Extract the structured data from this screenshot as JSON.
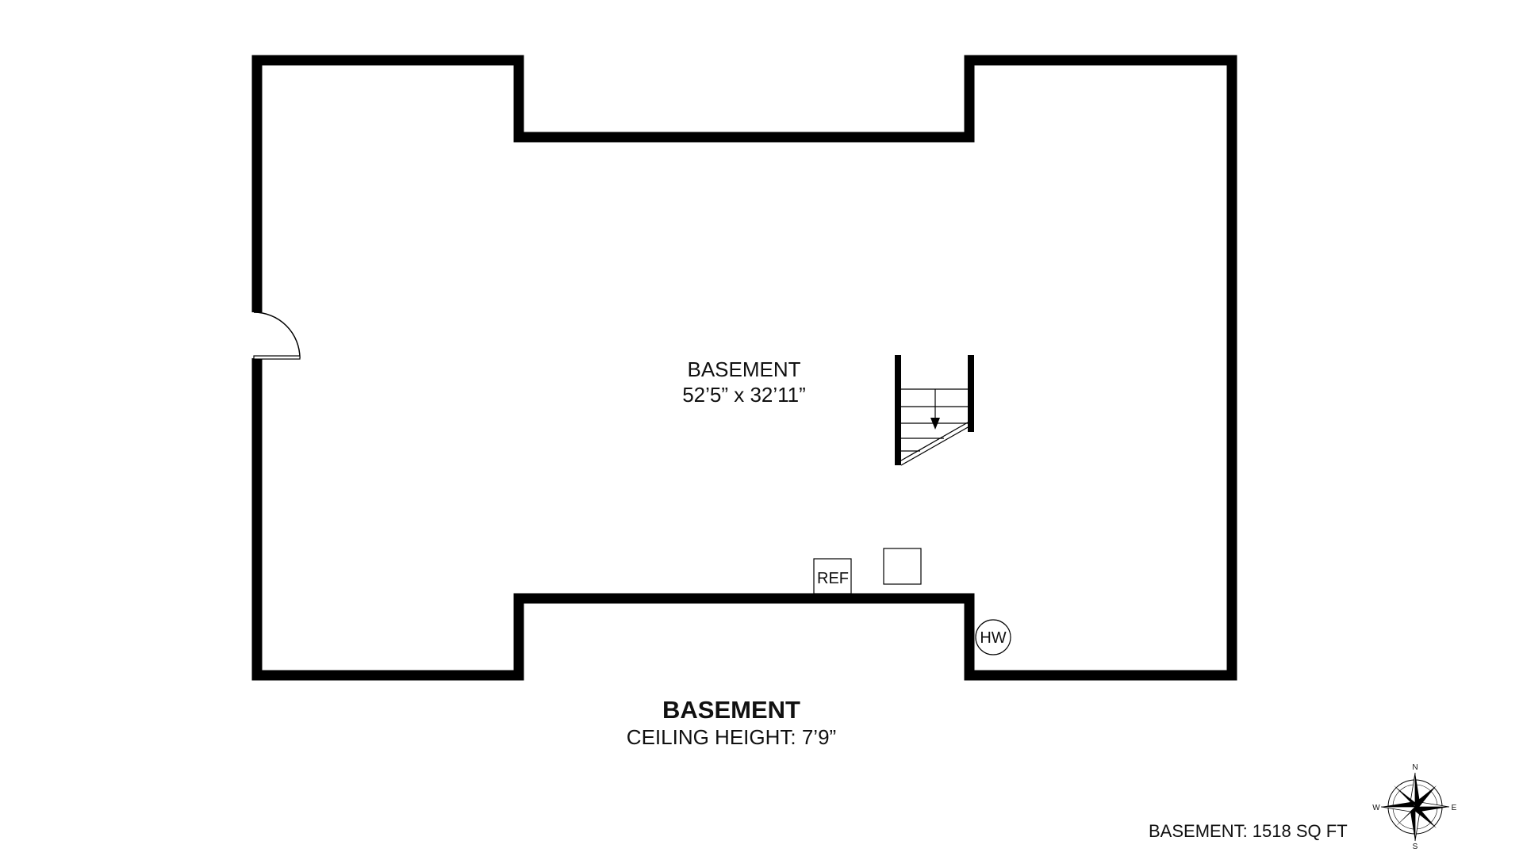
{
  "floor_name": "BASEMENT",
  "ceiling_height_label": "CEILING HEIGHT: 7’9”",
  "room": {
    "name": "BASEMENT",
    "dimensions": "52’5” x 32’11”"
  },
  "fixtures": {
    "refrigerator": "REF",
    "water_heater": "HW"
  },
  "area_summary": "BASEMENT: 1518 SQ FT",
  "compass": {
    "north": "N",
    "south": "S",
    "east": "E",
    "west": "W"
  },
  "colors": {
    "wall": "#000000",
    "background": "#ffffff",
    "text": "#111111"
  }
}
